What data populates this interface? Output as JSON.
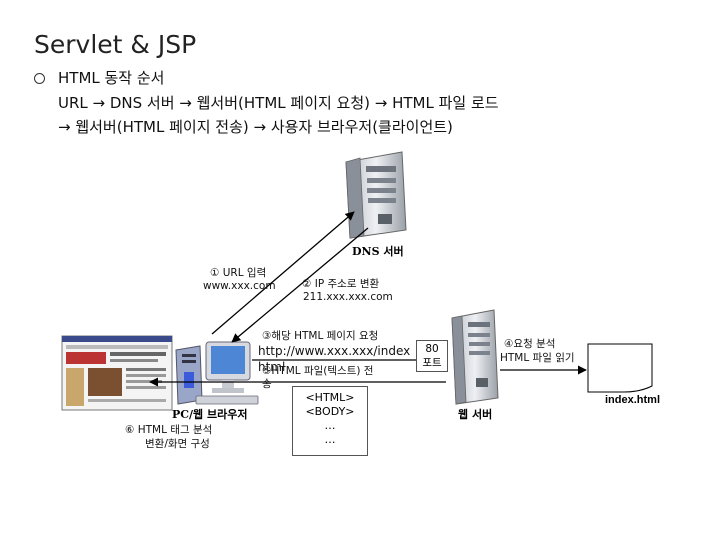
{
  "title": "Servlet & JSP",
  "bullet": {
    "heading": "HTML 동작 순서",
    "line2": "URL → DNS 서버 → 웹서버(HTML 페이지 요청) → HTML 파일 로드",
    "line3": "→ 웹서버(HTML 페이지 전송) → 사용자 브라우저(클라이언트)"
  },
  "diagram": {
    "dns_label": "DNS 서버",
    "step1_a": "① URL 입력",
    "step1_b": "www.xxx.com",
    "step2_a": "② IP 주소로 변환",
    "step2_b": "211.xxx.xxx.com",
    "step3_a": "③해당 HTML 페이지 요청",
    "step3_b": "http://www.xxx.xxx/index",
    "step3_c": "html",
    "step5_a": "⑤HTML 파일(텍스트) 전",
    "step5_b": "송",
    "port_a": "80",
    "port_b": "포트",
    "step4_a": "④요청 분석",
    "step4_b": "HTML 파일 읽기",
    "file_label": "index.html",
    "pc_label": "PC/웹 브라우저",
    "step6_a": "⑥ HTML 태그 분석",
    "step6_b": "변환/화면 구성",
    "web_label": "웹 서버",
    "code_a": "<HTML>",
    "code_b": "<BODY>",
    "code_c": "…",
    "code_d": "…"
  }
}
